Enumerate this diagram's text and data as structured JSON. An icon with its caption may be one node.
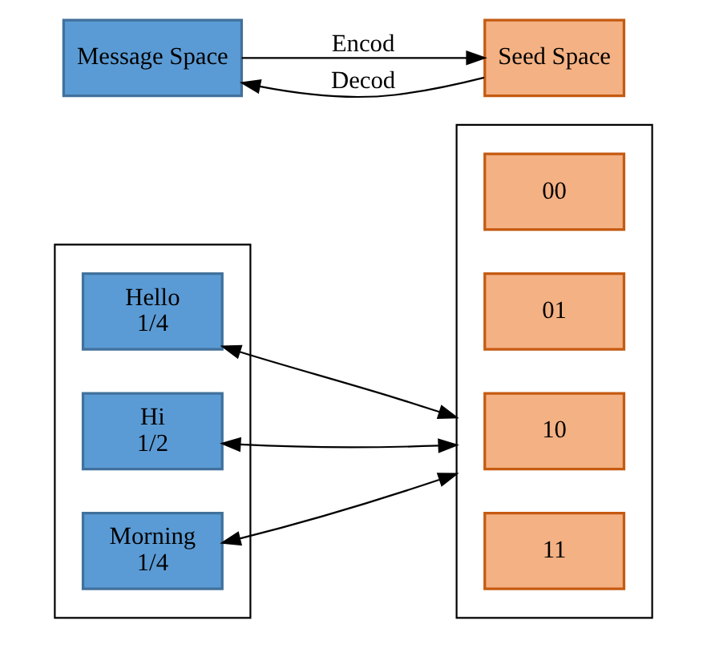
{
  "diagram": {
    "nodes": [
      {
        "text": [
          "Message Space"
        ]
      },
      {
        "text": [
          "Seed Space"
        ]
      },
      {
        "text": [],
        "shape": "box"
      },
      {
        "text": [
          "Hello",
          "1/4"
        ],
        "in": 2
      },
      {
        "text": [
          "Hi",
          "1/2"
        ],
        "in": 2
      },
      {
        "text": [
          "Morning",
          "1/4"
        ],
        "in": 2
      },
      {
        "text": [],
        "shape": "box"
      },
      {
        "text": [
          "00"
        ],
        "in": 6
      },
      {
        "text": [
          "01"
        ],
        "in": 6
      },
      {
        "text": [
          "10"
        ],
        "in": 6
      },
      {
        "text": [
          "11"
        ],
        "in": 6
      }
    ],
    "edges": [
      {
        "from": 0,
        "to": 1,
        "arrow": "to",
        "label": "Encod"
      },
      {
        "from": 1,
        "to": 0,
        "arrow": "to",
        "label": "Decod"
      },
      {
        "from": 3,
        "to": 6,
        "arrow": "both"
      },
      {
        "from": 4,
        "to": 6,
        "arrow": "both"
      },
      {
        "from": 5,
        "to": 6,
        "arrow": "both"
      }
    ]
  }
}
